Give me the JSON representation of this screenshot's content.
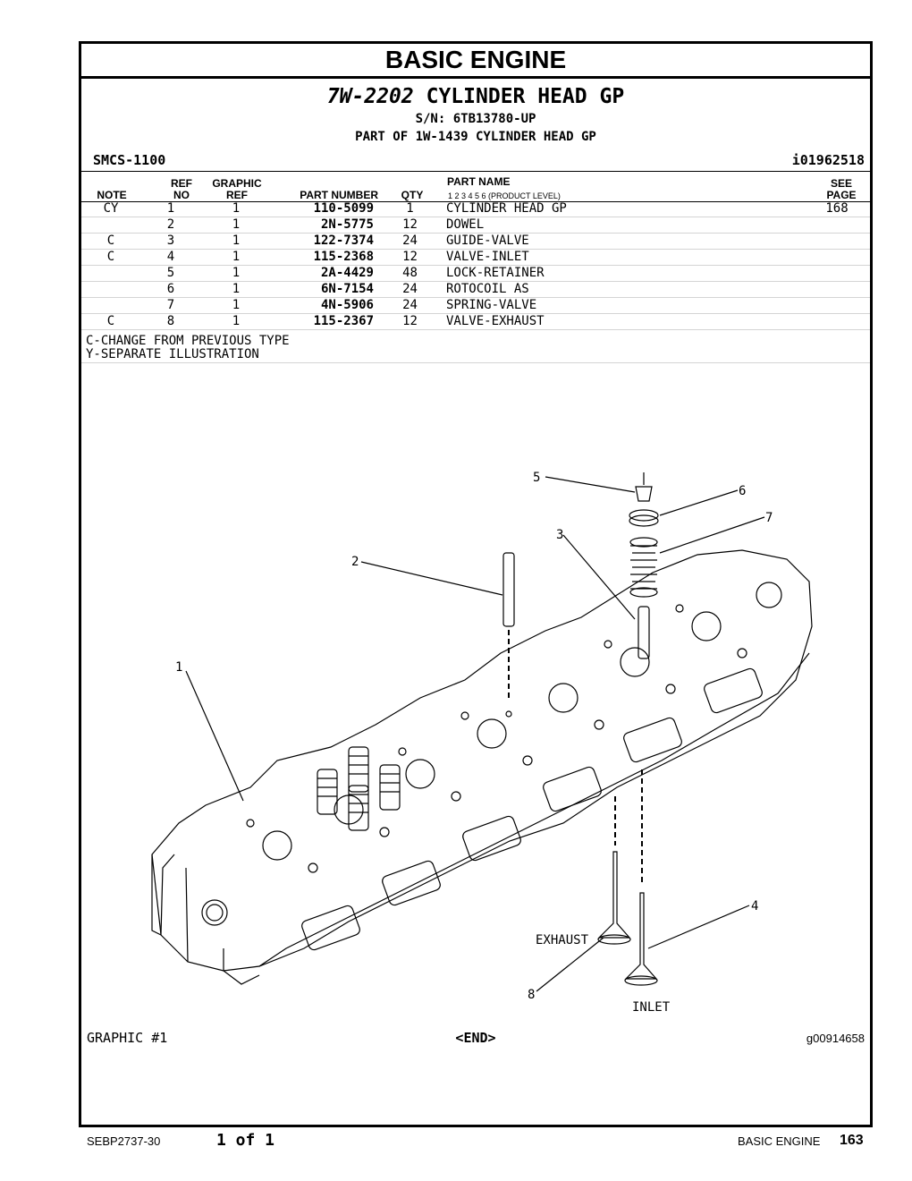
{
  "section_title": "BASIC ENGINE",
  "group": {
    "part_number": "7W-2202",
    "name": "CYLINDER HEAD GP",
    "serial": "S/N: 6TB13780-UP",
    "part_of": "PART OF 1W-1439 CYLINDER HEAD GP"
  },
  "smcs": "SMCS-1100",
  "ident": "i01962518",
  "headers": {
    "note": "NOTE",
    "ref_top": "REF",
    "ref_bottom": "NO",
    "graphic_top": "GRAPHIC",
    "graphic_bottom": "REF",
    "part_number": "PART NUMBER",
    "qty": "QTY",
    "part_name": "PART NAME",
    "levels": "1   2   3   4   5   6   (PRODUCT LEVEL)",
    "see_top": "SEE",
    "see_bottom": "PAGE"
  },
  "rows": [
    {
      "note": "CY",
      "ref": "1",
      "gref": "1",
      "pn": "110-5099",
      "qty": "1",
      "name": "CYLINDER HEAD GP",
      "page": "168"
    },
    {
      "note": "",
      "ref": "2",
      "gref": "1",
      "pn": "2N-5775",
      "qty": "12",
      "name": "DOWEL",
      "page": ""
    },
    {
      "note": "C",
      "ref": "3",
      "gref": "1",
      "pn": "122-7374",
      "qty": "24",
      "name": "GUIDE-VALVE",
      "page": ""
    },
    {
      "note": "C",
      "ref": "4",
      "gref": "1",
      "pn": "115-2368",
      "qty": "12",
      "name": "VALVE-INLET",
      "page": ""
    },
    {
      "note": "",
      "ref": "5",
      "gref": "1",
      "pn": "2A-4429",
      "qty": "48",
      "name": "LOCK-RETAINER",
      "page": ""
    },
    {
      "note": "",
      "ref": "6",
      "gref": "1",
      "pn": "6N-7154",
      "qty": "24",
      "name": "ROTOCOIL AS",
      "page": ""
    },
    {
      "note": "",
      "ref": "7",
      "gref": "1",
      "pn": "4N-5906",
      "qty": "24",
      "name": "SPRING-VALVE",
      "page": ""
    },
    {
      "note": "C",
      "ref": "8",
      "gref": "1",
      "pn": "115-2367",
      "qty": "12",
      "name": "VALVE-EXHAUST",
      "page": ""
    }
  ],
  "notes": [
    "C-CHANGE FROM PREVIOUS TYPE",
    "Y-SEPARATE ILLUSTRATION"
  ],
  "illustration": {
    "callouts": [
      "1",
      "2",
      "3",
      "4",
      "5",
      "6",
      "7",
      "8"
    ],
    "labels": {
      "exhaust": "EXHAUST",
      "inlet": "INLET"
    }
  },
  "graphic_label": "GRAPHIC #1",
  "end_mark": "<END>",
  "graphic_id": "g00914658",
  "footer": {
    "doc": "SEBP2737-30",
    "page_of": "1 of 1",
    "section": "BASIC ENGINE",
    "page": "163"
  }
}
